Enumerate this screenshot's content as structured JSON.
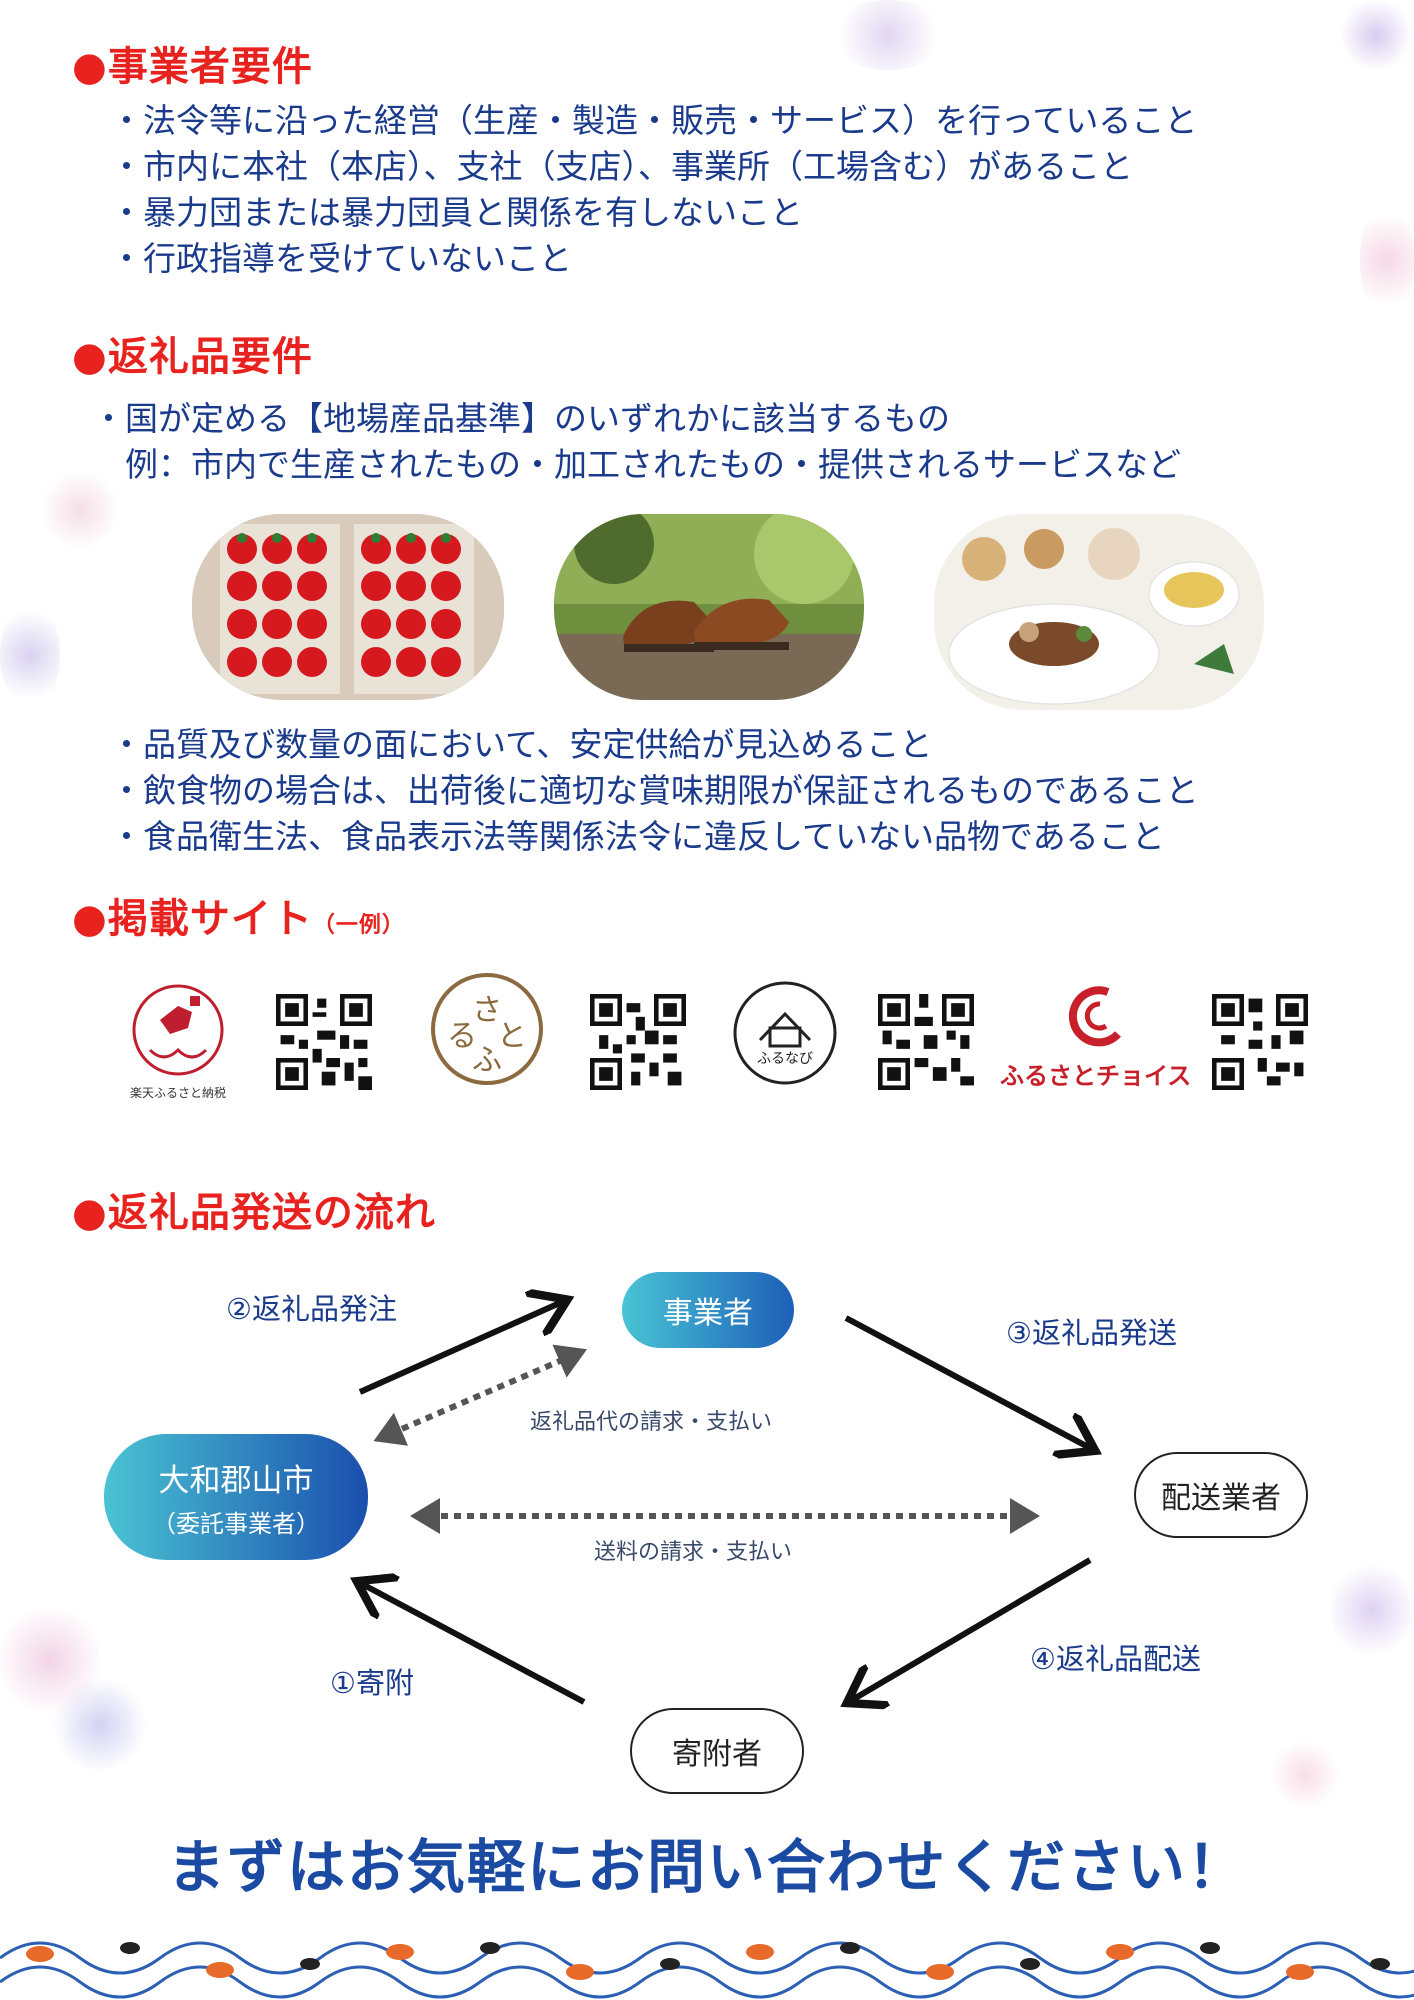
{
  "sections": {
    "business": {
      "title": "●事業者要件",
      "items": [
        "・法令等に沿った経営（生産・製造・販売・サービス）を行っていること",
        "・市内に本社（本店）、支社（支店）、事業所（工場含む）があること",
        "・暴力団または暴力団員と関係を有しないこと",
        "・行政指導を受けていないこと"
      ]
    },
    "gift": {
      "title": "●返礼品要件",
      "items": [
        "・国が定める【地場産品基準】のいずれかに該当するもの",
        "　例：市内で生産されたもの・加工されたもの・提供されるサービスなど"
      ],
      "photos": [
        "strawberries-photo",
        "leather-shoes-photo",
        "restaurant-dish-photo"
      ],
      "items2": [
        "・品質及び数量の面において、安定供給が見込めること",
        "・飲食物の場合は、出荷後に適切な賞味期限が保証されるものであること",
        "・食品衛生法、食品表示法等関係法令に違反していない品物であること"
      ]
    },
    "sites": {
      "title": "●掲載サイト",
      "title_sub": "（一例）",
      "logos": [
        {
          "caption": "楽天ふるさと納税"
        },
        {
          "caption": ""
        },
        {
          "caption": "ふるなび"
        },
        {
          "caption": "ふるさとチョイス"
        }
      ]
    },
    "flow": {
      "title": "●返礼品発送の流れ",
      "nodes": {
        "business": "事業者",
        "city": "大和郡山市",
        "city_sub": "（委託事業者）",
        "delivery": "配送業者",
        "donor": "寄附者"
      },
      "steps": {
        "s1": "①寄附",
        "s2": "②返礼品発注",
        "s3": "③返礼品発送",
        "s4": "④返礼品配送"
      },
      "notes": {
        "billing_goods": "返礼品代の請求・支払い",
        "billing_shipping": "送料の請求・支払い"
      }
    }
  },
  "cta": "まずはお気軽にお問い合わせください！",
  "colors": {
    "red": "#e8231f",
    "navy": "#1a3a8c",
    "cta": "#1b4aa3"
  }
}
